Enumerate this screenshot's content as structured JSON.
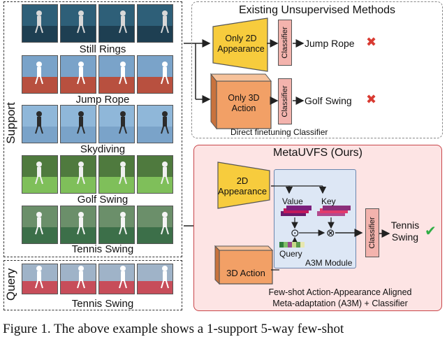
{
  "support_label": "Support",
  "query_label": "Query",
  "support_rows": [
    {
      "caption": "Still Rings",
      "style": "rings"
    },
    {
      "caption": "Jump Rope",
      "style": "track"
    },
    {
      "caption": "Skydiving",
      "style": "sky"
    },
    {
      "caption": "Golf Swing",
      "style": "golf"
    },
    {
      "caption": "Tennis Swing",
      "style": "tennis"
    }
  ],
  "query_row": {
    "caption": "Tennis Swing",
    "style": "query"
  },
  "existing": {
    "title": "Existing Unsupervised Methods",
    "branch1": {
      "label": "Only 2D Appearance",
      "classifier": "Classifier",
      "output": "Jump Rope",
      "result": "✖"
    },
    "branch2": {
      "label": "Only 3D Action",
      "classifier": "Classifier",
      "output": "Golf Swing",
      "result": "✖"
    },
    "footer": "Direct finetuning Classifier"
  },
  "meta": {
    "title": "MetaUVFS (Ours)",
    "appearance": "2D Appearance",
    "action": "3D Action",
    "value": "Value",
    "key": "Key",
    "query": "Query",
    "dot": "⊙",
    "otimes": "⊗",
    "module": "A3M Module",
    "classifier": "Classifier",
    "output": "Tennis Swing",
    "result": "✔",
    "footer": "Few-shot Action-Appearance Aligned Meta-adaptation (A3M) + Classifier"
  },
  "colors": {
    "yellow": "#f7cc3d",
    "orange": "#f2a066",
    "classifier": "#f3b3ad",
    "cross": "#d93b32",
    "check": "#2fae45",
    "meta_border": "#c8464a",
    "meta_bg": "#fde4e4",
    "a3m_bg": "#dde7f5"
  },
  "figure_caption": "Figure 1. The above example shows a 1-support 5-way few-shot"
}
